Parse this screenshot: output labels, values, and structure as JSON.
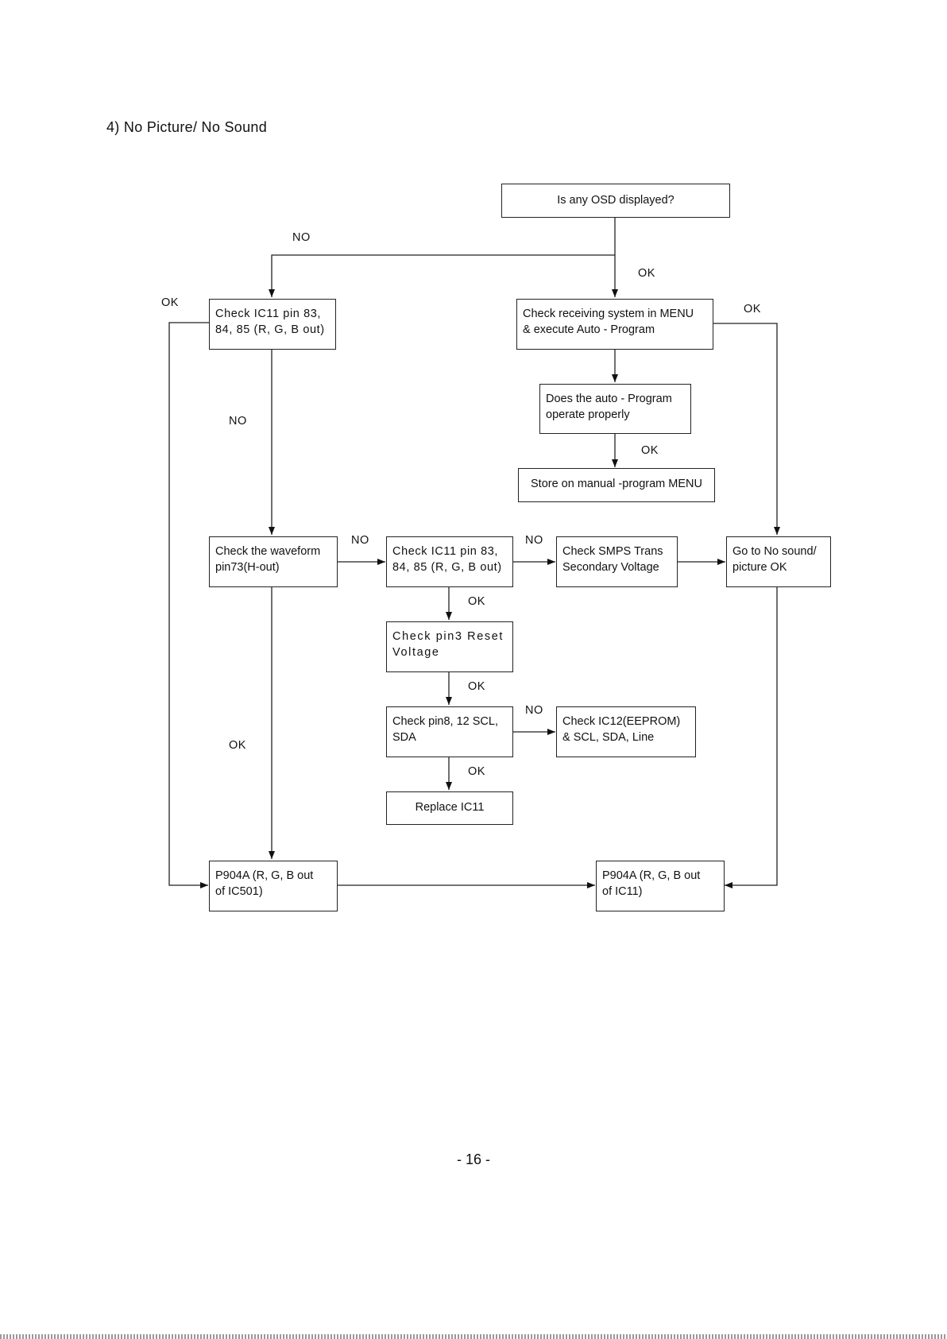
{
  "heading": "4) No Picture/ No Sound",
  "page_number": "- 16 -",
  "nodes": {
    "osd": "Is any OSD displayed?",
    "check_ic11_left": "Check IC11 pin 83,\n84, 85 (R, G, B out)",
    "check_receiving": "Check receiving system in MENU\n& execute Auto - Program",
    "auto_program": "Does the auto - Program\noperate properly",
    "store_manual": "Store on manual -program MENU",
    "check_waveform": "Check the waveform\npin73(H-out)",
    "check_ic11_mid": "Check IC11 pin 83,\n84, 85 (R, G, B out)",
    "check_smps": "Check SMPS Trans\nSecondary Voltage",
    "go_to_no_sound": "Go to No sound/\npicture OK",
    "check_pin3": "Check pin3 Reset\nVoltage",
    "check_pin8": "Check pin8, 12 SCL,\nSDA",
    "check_ic12": "Check IC12(EEPROM)\n& SCL, SDA, Line",
    "replace_ic11": "Replace IC11",
    "p904a_ic501": "P904A (R, G, B out\nof IC501)",
    "p904a_ic11": "P904A (R, G, B out\nof IC11)"
  },
  "edge_labels": {
    "osd_no": "NO",
    "osd_ok": "OK",
    "ic11_left_ok": "OK",
    "receiving_ok": "OK",
    "ic11_left_no": "NO",
    "auto_program_ok": "OK",
    "waveform_no": "NO",
    "ic11_mid_no": "NO",
    "ic11_mid_ok": "OK",
    "pin3_ok": "OK",
    "pin8_no": "NO",
    "waveform_ok": "OK",
    "pin8_ok": "OK"
  }
}
